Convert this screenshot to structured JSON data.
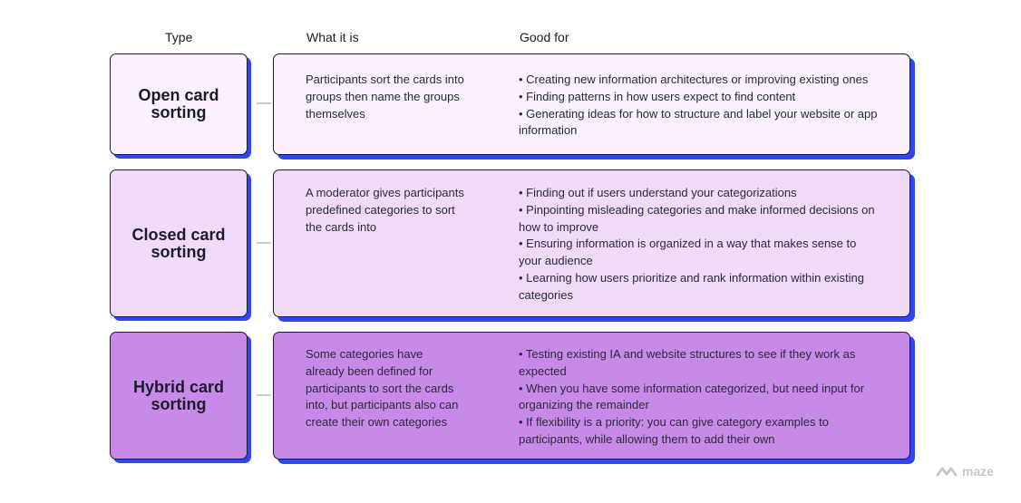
{
  "headers": {
    "type": "Type",
    "what": "What it is",
    "good": "Good for"
  },
  "rows": [
    {
      "type": "Open card sorting",
      "what": "Participants sort the cards into groups then name the groups themselves",
      "good": [
        "• Creating new information architectures or improving existing ones",
        "• Finding patterns in how users expect to find content",
        "• Generating ideas for how to structure and label your website or app information"
      ]
    },
    {
      "type": "Closed card sorting",
      "what": "A moderator gives participants predefined categories to sort the cards into",
      "good": [
        "• Finding out if users understand your categorizations",
        "• Pinpointing misleading categories and make informed decisions on how to improve",
        "• Ensuring information is organized in a way that makes sense to your audience",
        "• Learning how users prioritize and rank information within existing categories"
      ]
    },
    {
      "type": "Hybrid card sorting",
      "what": "Some categories have already been defined for participants to sort the cards into, but participants also can create their own categories",
      "good": [
        "• Testing existing IA and website structures to see if they work as expected",
        "• When you have some information categorized, but need input for organizing the remainder",
        "• If flexibility is a priority: you can give category examples to participants, while allowing them to add their own"
      ]
    }
  ],
  "logo": {
    "text": "maze",
    "icon": "maze-logo-icon"
  }
}
